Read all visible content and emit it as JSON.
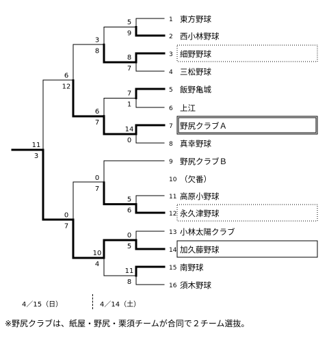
{
  "teams": [
    {
      "seed": "1",
      "name": "東方野球"
    },
    {
      "seed": "2",
      "name": "西小林野球"
    },
    {
      "seed": "3",
      "name": "細野野球"
    },
    {
      "seed": "4",
      "name": "三松野球"
    },
    {
      "seed": "5",
      "name": "飯野亀城"
    },
    {
      "seed": "6",
      "name": "上江"
    },
    {
      "seed": "7",
      "name": "野尻クラブＡ"
    },
    {
      "seed": "8",
      "name": "真幸野球"
    },
    {
      "seed": "9",
      "name": "野尻クラブＢ"
    },
    {
      "seed": "10",
      "name": "（欠番）"
    },
    {
      "seed": "11",
      "name": "高原小野球"
    },
    {
      "seed": "12",
      "name": "永久津野球"
    },
    {
      "seed": "13",
      "name": "小林太陽クラブ"
    },
    {
      "seed": "14",
      "name": "加久藤野球"
    },
    {
      "seed": "15",
      "name": "南野球"
    },
    {
      "seed": "16",
      "name": "須木野球"
    }
  ],
  "scores": {
    "r1": [
      {
        "top": "5",
        "bottom": "9"
      },
      {
        "top": "8",
        "bottom": "7"
      },
      {
        "top": "7",
        "bottom": "1"
      },
      {
        "top": "14",
        "bottom": "0"
      },
      {
        "top": "5",
        "bottom": "6"
      },
      {
        "top": "0",
        "bottom": "5"
      },
      {
        "top": "11",
        "bottom": "8"
      }
    ],
    "r2": [
      {
        "top": "3",
        "bottom": "8"
      },
      {
        "top": "6",
        "bottom": "7"
      },
      {
        "top": "0",
        "bottom": "7"
      },
      {
        "top": "10",
        "bottom": "4"
      }
    ],
    "semi": [
      {
        "top": "6",
        "bottom": "12"
      },
      {
        "top": "0",
        "bottom": "7"
      }
    ],
    "final": {
      "top": "11",
      "bottom": "3"
    }
  },
  "dates": {
    "left": "4／15（日）",
    "right": "4／14（土）"
  },
  "footnote": "※野尻クラブは、紙屋・野尻・栗須チームが合同で２チーム選抜。"
}
